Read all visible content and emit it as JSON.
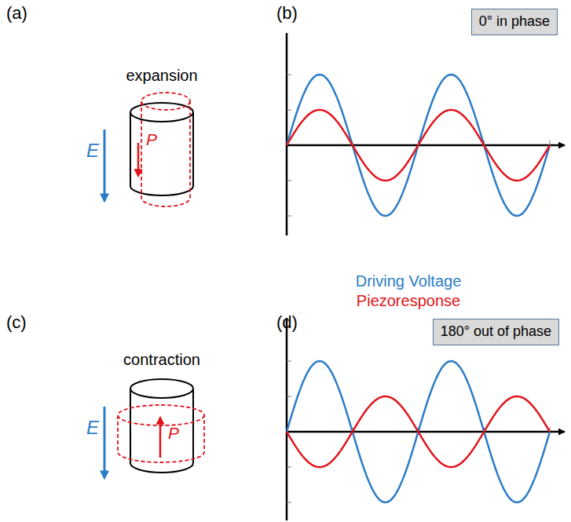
{
  "diagram": {
    "nodes": [
      {
        "text": [
          "0° in phase"
        ]
      },
      {
        "text": [
          "180° out of phase"
        ]
      }
    ],
    "labels": [
      "(a)",
      "(b)",
      "expansion",
      "E",
      "P",
      "(c)",
      "(d)",
      "contraction",
      "E",
      "P"
    ],
    "legend": [
      {
        "text": "Driving Voltage",
        "color": "#2b7cc6"
      },
      {
        "text": "Piezoresponse",
        "color": "#e0141b"
      }
    ]
  }
}
